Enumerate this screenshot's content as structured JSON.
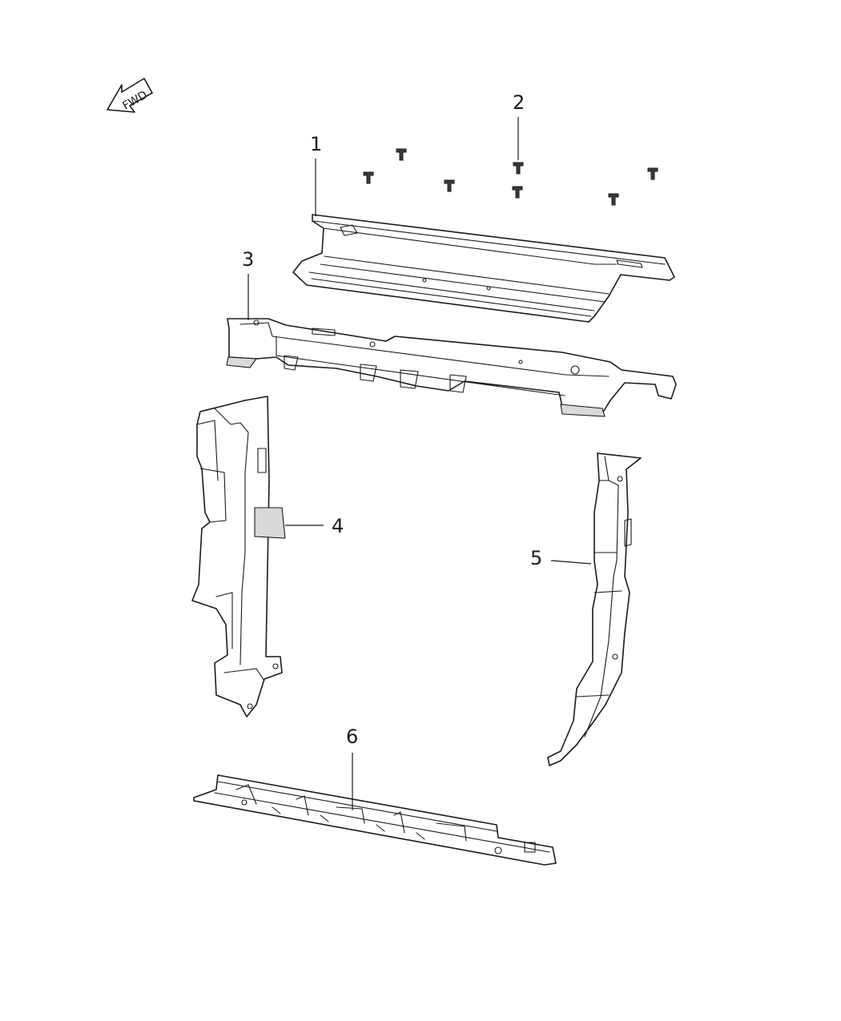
{
  "diagram": {
    "orientation_label": "FWD",
    "orientation_icon": "forward-arrow-icon",
    "callouts": [
      {
        "id": "1",
        "label": "1"
      },
      {
        "id": "2",
        "label": "2"
      },
      {
        "id": "3",
        "label": "3"
      },
      {
        "id": "4",
        "label": "4"
      },
      {
        "id": "5",
        "label": "5"
      },
      {
        "id": "6",
        "label": "6"
      }
    ]
  }
}
